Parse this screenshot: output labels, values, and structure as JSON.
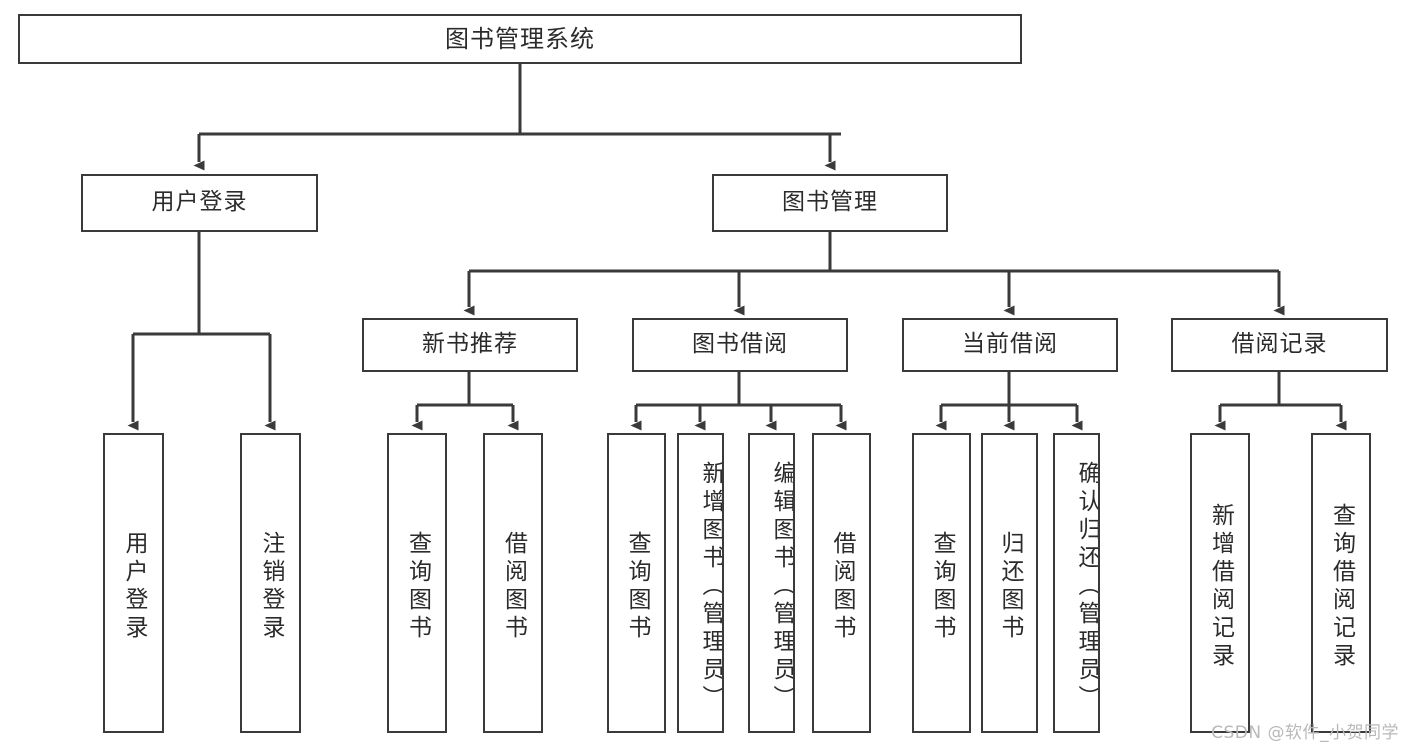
{
  "diagram": {
    "title": "图书管理系统",
    "type": "function-decomposition-tree",
    "stroke_color": "#3a3a3a",
    "fill_color": "#ffffff",
    "text_color": "#2b2b2b"
  },
  "root": {
    "label": "图书管理系统"
  },
  "level2": {
    "user_login": "用户登录",
    "book_manage": "图书管理"
  },
  "level3": {
    "new_book_recommend": "新书推荐",
    "book_borrow": "图书借阅",
    "current_borrow": "当前借阅",
    "borrow_record": "借阅记录"
  },
  "leaves": {
    "user_login": [
      {
        "label": "用户登录"
      },
      {
        "label": "注销登录"
      }
    ],
    "new_book_recommend": [
      {
        "label": "查询图书"
      },
      {
        "label": "借阅图书"
      }
    ],
    "book_borrow": [
      {
        "label": "查询图书"
      },
      {
        "label": "新增图书（管理员）"
      },
      {
        "label": "编辑图书（管理员）"
      },
      {
        "label": "借阅图书"
      }
    ],
    "current_borrow": [
      {
        "label": "查询图书"
      },
      {
        "label": "归还图书"
      },
      {
        "label": "确认归还（管理员）"
      }
    ],
    "borrow_record": [
      {
        "label": "新增借阅记录"
      },
      {
        "label": "查询借阅记录"
      }
    ]
  },
  "watermark": {
    "text": "CSDN @软件_小贺同学"
  }
}
